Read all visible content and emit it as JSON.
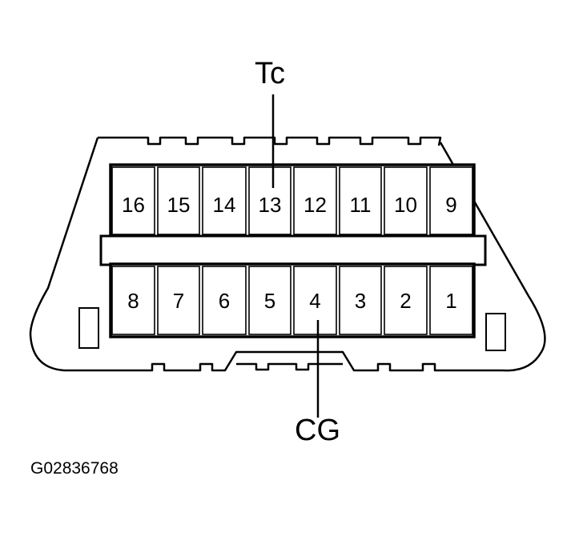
{
  "connector": {
    "top_row_pins": [
      "16",
      "15",
      "14",
      "13",
      "12",
      "11",
      "10",
      "9"
    ],
    "bottom_row_pins": [
      "8",
      "7",
      "6",
      "5",
      "4",
      "3",
      "2",
      "1"
    ]
  },
  "callouts": {
    "tc_label": "Tc",
    "cg_label": "CG"
  },
  "figure_id": "G02836768"
}
